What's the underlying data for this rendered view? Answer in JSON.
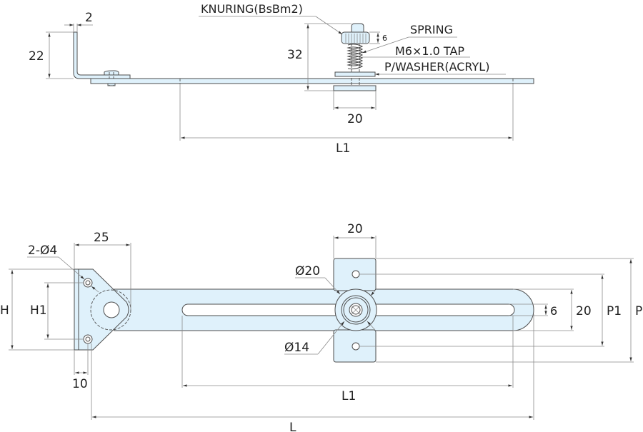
{
  "side_view": {
    "dims": {
      "thickness": "2",
      "angle_height": "22",
      "knob_height": "32",
      "knurl_height": "6",
      "washer_width": "20",
      "slot_length": "L1"
    },
    "callouts": {
      "knuring": "KNURING(BsBm2)",
      "spring": "SPRING",
      "tap": "M6×1.0 TAP",
      "washer": "P/WASHER(ACRYL)"
    }
  },
  "top_view": {
    "dims": {
      "bracket_width": "25",
      "holes": "2-Ø4",
      "height": "H",
      "hole_pitch": "H1",
      "edge_offset": "10",
      "washer_width": "20",
      "outer_dia": "Ø20",
      "inner_dia": "Ø14",
      "slot_width": "6",
      "bar_width": "20",
      "plate_pitch": "P1",
      "plate_height": "P",
      "slot_length": "L1",
      "total_length": "L"
    }
  },
  "colors": {
    "part_fill": "#dff1fb",
    "outline": "#4d4d4d",
    "dimension_line": "#8a8a8a"
  }
}
